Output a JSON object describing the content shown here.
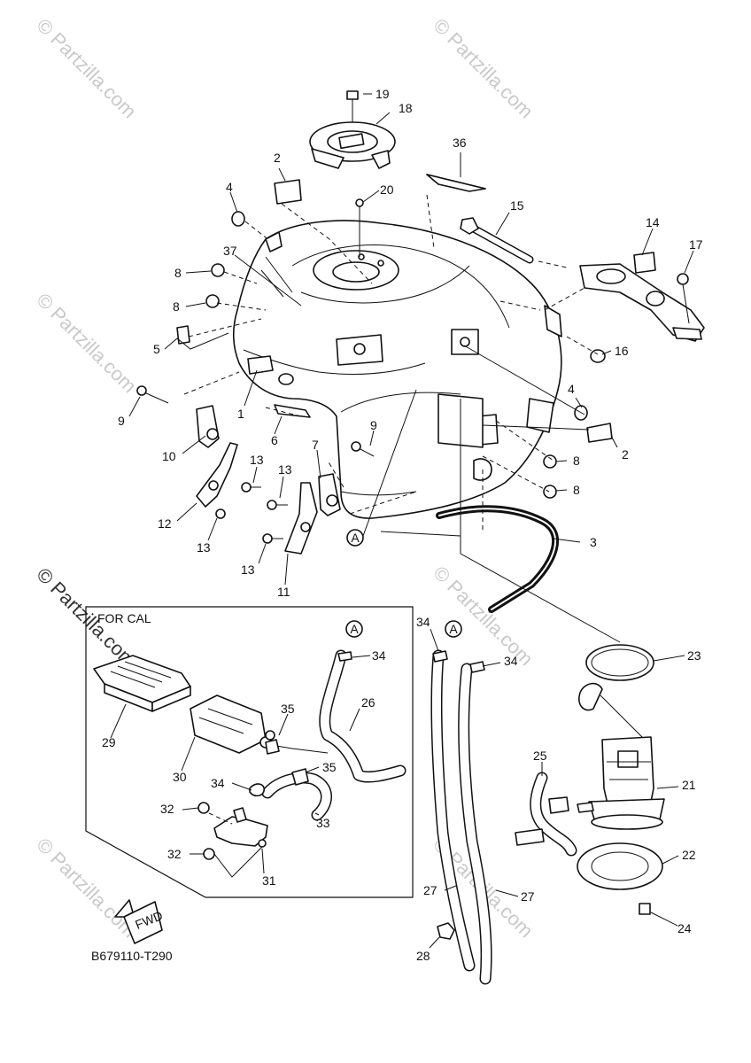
{
  "watermark": {
    "text": "© Partzilla.com"
  },
  "diagram_code": "B679110-T290",
  "inset_title": "FOR CAL",
  "fwd_label": "FWD",
  "reference_mark": "A",
  "callouts": {
    "c1": "1",
    "c2": "2",
    "c3": "3",
    "c4": "4",
    "c5": "5",
    "c6": "6",
    "c7": "7",
    "c8": "8",
    "c9": "9",
    "c10": "10",
    "c11": "11",
    "c12": "12",
    "c13": "13",
    "c14": "14",
    "c15": "15",
    "c16": "16",
    "c17": "17",
    "c18": "18",
    "c19": "19",
    "c20": "20",
    "c21": "21",
    "c22": "22",
    "c23": "23",
    "c24": "24",
    "c25": "25",
    "c26": "26",
    "c27": "27",
    "c28": "28",
    "c29": "29",
    "c30": "30",
    "c31": "31",
    "c32": "32",
    "c33": "33",
    "c34": "34",
    "c35": "35",
    "c36": "36",
    "c37": "37"
  }
}
